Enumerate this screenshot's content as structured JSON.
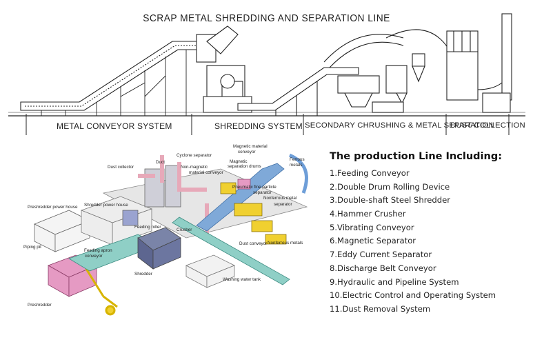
{
  "top_diagram": {
    "title": "SCRAP METAL SHREDDING AND SEPARATION LINE",
    "sections": [
      "METAL CONVEYOR SYSTEM",
      "SHREDDING SYSTEM",
      "SECONDARY CHRUSHING & METAL SEPARATION",
      "DUST COLLECTION"
    ]
  },
  "plant_diagram": {
    "labels": {
      "magnetic_material_conveyor": [
        "Magnetic material",
        "conveyor"
      ],
      "cyclone_separator": "Cyclone separator",
      "duct": "Duct",
      "ferrous_metals": [
        "Ferrous",
        "metals"
      ],
      "dust_collector": "Dust collector",
      "non_magnetic_conveyor": [
        "Non-magnetic",
        "material conveyor"
      ],
      "magnetic_separation_drums": [
        "Magnetic",
        "separation drums"
      ],
      "pneumatic_separator": [
        "Pneumatic fine particle",
        "separator"
      ],
      "nonferrous_separator": [
        "Nonferrous metal",
        "separator"
      ],
      "preshredder_power_house": "Preshredder power house",
      "shredder_power_house": "Shredder power house",
      "feeding_roller": "Feeding roller",
      "crusher": "Crusher",
      "dust_conveyor": "Dust conveyor",
      "nonferrous_metals": "Nonferrous metals",
      "piping_pit": "Piping pit",
      "feeding_apron_conveyor": [
        "Feeding apron",
        "conveyor"
      ],
      "shredder": "Shredder",
      "washing_water_tank": "Washing water tank",
      "preshredder": "Preshredder"
    }
  },
  "production_list": {
    "title": "The production Line Including:",
    "items": [
      "1.Feeding Conveyor",
      "2.Double Drum Rolling Device",
      "3.Double-shaft Steel Shredder",
      "4.Hammer Crusher",
      "5.Vibrating Conveyor",
      "6.Magnetic Separator",
      "7.Eddy Current Separator",
      "8.Discharge Belt Conveyor",
      "9.Hydraulic and Pipeline System",
      "10.Electric Control and Operating System",
      "11.Dust Removal System"
    ]
  }
}
